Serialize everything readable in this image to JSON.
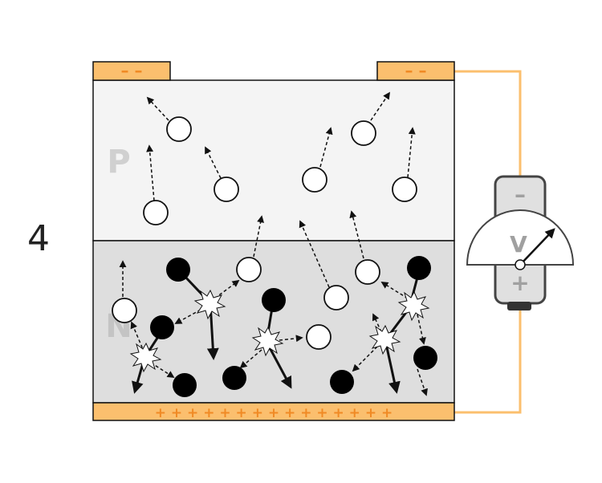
{
  "step_number": "4",
  "regions": {
    "p_label": "P",
    "n_label": "N"
  },
  "contacts": {
    "top_sign": "– –",
    "bottom_sign": "+ + + + + + + + + + + + + + +"
  },
  "meter": {
    "minus": "–",
    "plus": "+",
    "v_label": "V"
  },
  "colors": {
    "contact": "#fbbf6e",
    "wire": "#fbbf6e",
    "p_region": "#f4f4f4",
    "n_region": "#dedede",
    "hole": "#ffffff",
    "electron": "#000000",
    "outline": "#111111",
    "meter_body": "#e0e0e0",
    "meter_text": "#a0a0a0"
  }
}
